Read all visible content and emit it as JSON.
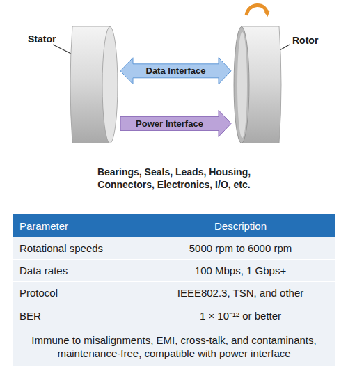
{
  "diagram": {
    "nodes": [
      {
        "text": [
          "Stator"
        ]
      },
      {
        "text": [
          "Rotor"
        ]
      }
    ],
    "edges": [
      {
        "from": 0,
        "to": 1,
        "label": "Data Interface",
        "arrow": "both"
      },
      {
        "from": 0,
        "to": 1,
        "label": "Power Interface",
        "arrow": "to"
      }
    ],
    "labels": [
      "Bearings, Seals, Leads, Housing, Connectors, Electronics, I/O, etc.",
      "Parameter",
      "Description",
      "Rotational speeds",
      "5000 rpm to 6000 rpm",
      "Data rates",
      "100 Mbps, 1 Gbps+",
      "Protocol",
      "IEEE802.3, TSN, and other",
      "BER",
      "1 × 10⁻¹² or better",
      "Immune to misalignments, EMI, cross-talk, and contaminants, maintenance-free, compatible with power interface"
    ]
  }
}
